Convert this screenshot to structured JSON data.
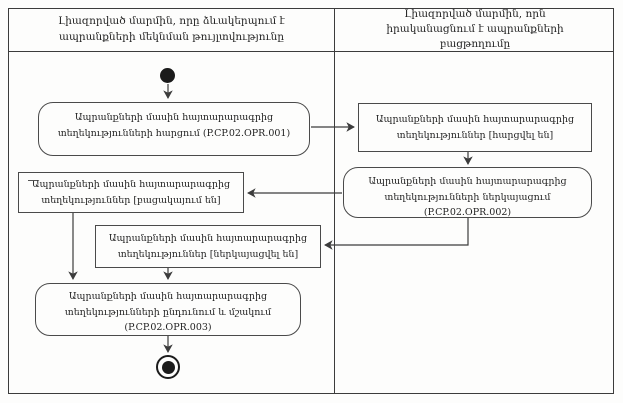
{
  "diagram": {
    "type": "activity-swimlane-flowchart",
    "lanes": [
      {
        "title": "Լիազորված մարմին, որը ձևակերպում է ապրանքների մեկնման թույլտվությունը"
      },
      {
        "title": "Լիազորված մարմին, որն իրականացնում է ապրանքների բացթողումը"
      }
    ],
    "nodes": {
      "start": {
        "kind": "initial-node"
      },
      "activity1": {
        "kind": "action",
        "lane": 0,
        "label": "Ապրանքների մասին հայտարարագրից տեղեկությունների հարցում (P.CP.02.OPR.001)"
      },
      "object1": {
        "kind": "object-state",
        "lane": 1,
        "label": "Ապրանքների մասին հայտարարագրից տեղեկություններ [հարցվել են]"
      },
      "activity2": {
        "kind": "action",
        "lane": 1,
        "label": "Ապրանքների մասին հայտարարագրից տեղեկությունների ներկայացում (P.CP.02.OPR.002)"
      },
      "object2": {
        "kind": "object-state",
        "lane": 0,
        "label": "Ապրանքների մասին հայտարարագրից տեղեկություններ [բացակայում են]"
      },
      "object3": {
        "kind": "object-state",
        "lane": 0,
        "label": "Ապրանքների մասին հայտարարագրից տեղեկություններ [ներկայացվել են]"
      },
      "activity3": {
        "kind": "action",
        "lane": 0,
        "label": "Ապրանքների մասին հայտարարագրից տեղեկությունների ընդունում և մշակում (P.CP.02.OPR.003)"
      },
      "end": {
        "kind": "final-node"
      }
    },
    "edges": [
      {
        "from": "start",
        "to": "activity1"
      },
      {
        "from": "activity1",
        "to": "object1"
      },
      {
        "from": "object1",
        "to": "activity2"
      },
      {
        "from": "activity2",
        "to": "object2"
      },
      {
        "from": "activity2",
        "to": "object3"
      },
      {
        "from": "object2",
        "to": "activity3"
      },
      {
        "from": "object3",
        "to": "activity3"
      },
      {
        "from": "activity3",
        "to": "end"
      }
    ],
    "colors": {
      "line": "#3c3c3c",
      "node_border": "#4a4a4a",
      "node_fill": "#fdfdfc",
      "background": "#fdfdfc",
      "terminal": "#1b1b1b"
    }
  }
}
